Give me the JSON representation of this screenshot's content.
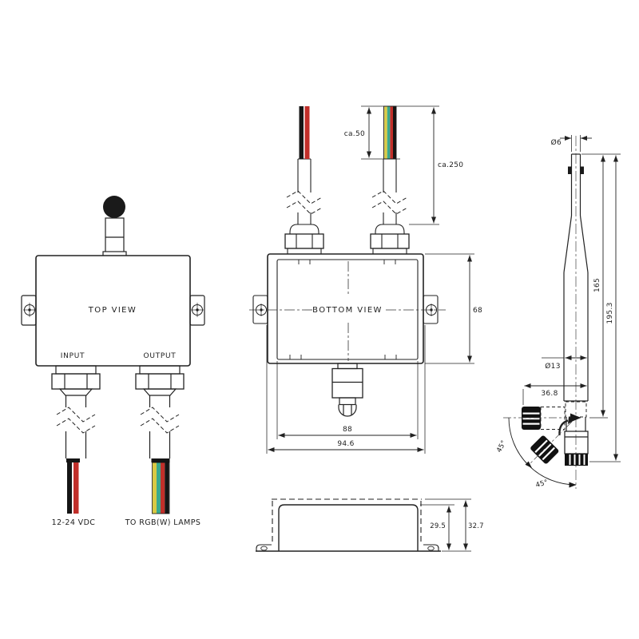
{
  "labels": {
    "top_view": "TOP VIEW",
    "bottom_view": "BOTTOM VIEW",
    "input": "INPUT",
    "output": "OUTPUT",
    "power": "12-24 VDC",
    "lamps": "TO RGB(W) LAMPS"
  },
  "dimensions": {
    "strip_length": "ca.50",
    "cable_length": "ca.250",
    "box_height": "68",
    "box_width_inner": "88",
    "box_width_outer": "94.6",
    "antenna_tip_dia": "Ø6",
    "antenna_len_to_hinge": "165",
    "antenna_total_len": "195.3",
    "hinge_dia": "Ø13",
    "hinge_width": "36.8",
    "fold_angle_a": "45°",
    "fold_angle_b": "45°",
    "case_inner_height": "29.5",
    "case_outer_height": "32.7"
  },
  "colors": {
    "ink": "#222222",
    "wire_black": "#151515",
    "wire_red": "#c12f2a",
    "wire_yellow": "#d9c943",
    "wire_green": "#3aa98e"
  }
}
